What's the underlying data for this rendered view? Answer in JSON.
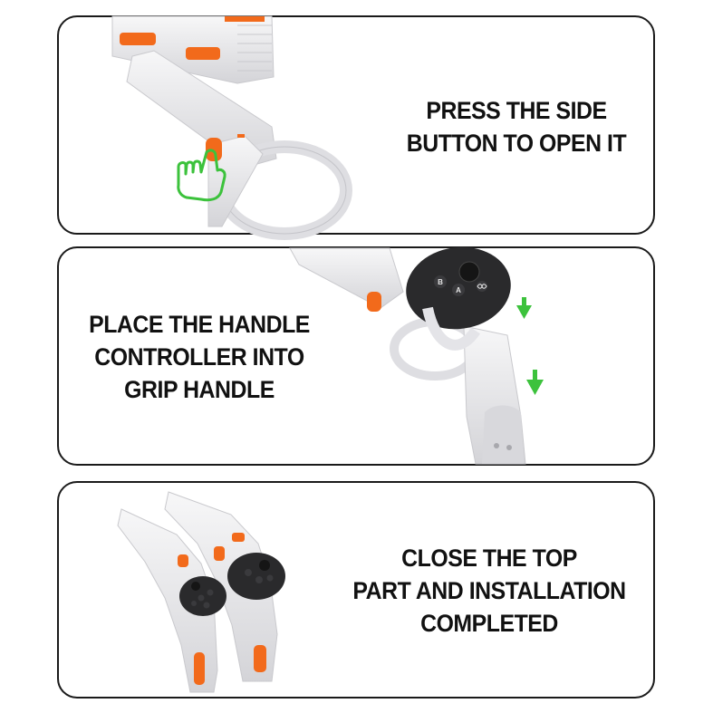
{
  "steps": [
    {
      "lines": [
        "PRESS THE SIDE",
        "BUTTON TO OPEN IT"
      ]
    },
    {
      "lines": [
        "PLACE THE HANDLE",
        "CONTROLLER INTO",
        "GRIP HANDLE"
      ]
    },
    {
      "lines": [
        "CLOSE THE TOP",
        "PART AND INSTALLATION",
        "COMPLETED"
      ]
    }
  ],
  "controller_buttons": {
    "b": "B",
    "a": "A"
  },
  "icons": [
    "hand-pointer-icon",
    "arrow-down-icon",
    "meta-logo-icon"
  ],
  "colors": {
    "accent": "#f26a1b",
    "arrow": "#3cc23c",
    "border": "#1a1a1a",
    "shell": "#e9e9eb",
    "controller": "#2a2a2c"
  }
}
